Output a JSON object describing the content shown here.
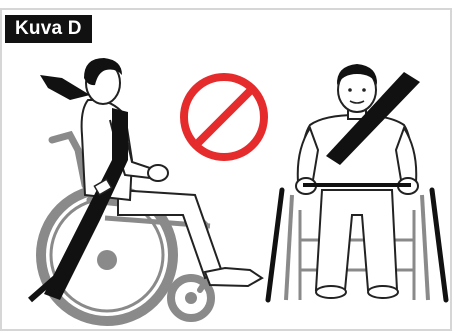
{
  "figure": {
    "label": "Kuva D"
  },
  "icons": {
    "prohibited": "prohibited-icon",
    "side_figure": "wheelchair-user-side-view-illustration",
    "front_figure": "wheelchair-user-front-view-illustration"
  },
  "colors": {
    "prohibition": "#e52b2b",
    "belt": "#111111",
    "wheel": "#8a8a8a",
    "outline": "#222222"
  }
}
